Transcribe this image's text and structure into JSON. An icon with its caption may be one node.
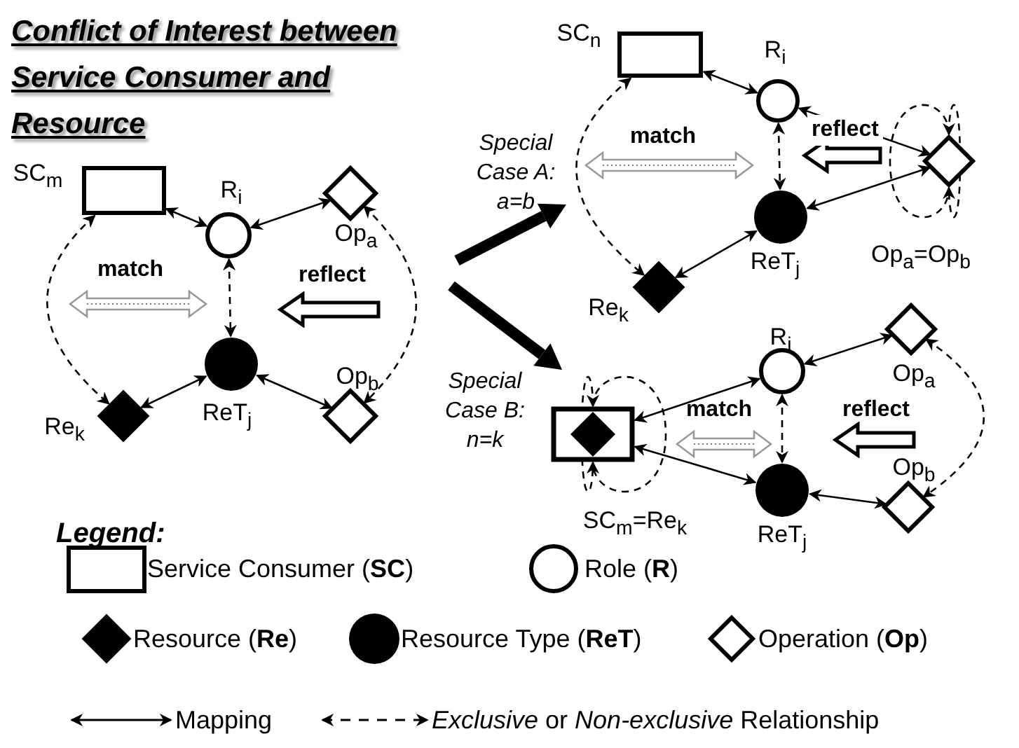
{
  "diagram": {
    "title": "Conflict of Interest between Service Consumer and Resource",
    "nodes": [
      {
        "text": [
          "SC$_{m}$"
        ]
      },
      {
        "text": [
          "R$_{i}$"
        ]
      },
      {
        "text": [
          "Op$_{a}$"
        ]
      },
      {
        "text": [
          "ReT$_{j}$"
        ]
      },
      {
        "text": [
          "Op$_{b}$"
        ]
      },
      {
        "text": [
          "Re$_{k}$"
        ]
      },
      {
        "text": [
          "SC$_{n}$"
        ]
      },
      {
        "text": [
          "R$_{i}$"
        ]
      },
      {
        "text": [
          "Op$_{a}$=Op$_{b}$"
        ]
      },
      {
        "text": [
          "ReT$_{j}$"
        ]
      },
      {
        "text": [
          "Re$_{k}$"
        ]
      },
      {
        "text": [
          "SC$_{m}$=Re$_{k}$"
        ]
      },
      {
        "text": [
          "R$_{i}$"
        ]
      },
      {
        "text": [
          "Op$_{a}$"
        ]
      },
      {
        "text": [
          "ReT$_{j}$"
        ]
      },
      {
        "text": [
          "Op$_{b}$"
        ]
      }
    ],
    "edges": [
      {
        "from": 0,
        "to": 1,
        "arrow": "both"
      },
      {
        "from": 2,
        "to": 1,
        "arrow": "both"
      },
      {
        "from": 1,
        "to": 3,
        "arrow": "both",
        "style": "dashed"
      },
      {
        "from": 3,
        "to": 5,
        "arrow": "both"
      },
      {
        "from": 3,
        "to": 4,
        "arrow": "both"
      },
      {
        "from": 0,
        "to": 5,
        "arrow": "both",
        "style": "dashed"
      },
      {
        "from": 2,
        "to": 4,
        "arrow": "both",
        "style": "dashed"
      },
      {
        "from": 6,
        "to": 7,
        "arrow": "both"
      },
      {
        "from": 8,
        "to": 7,
        "arrow": "both"
      },
      {
        "from": 7,
        "to": 9,
        "arrow": "both",
        "style": "dashed"
      },
      {
        "from": 8,
        "to": 9,
        "arrow": "both"
      },
      {
        "from": 9,
        "to": 10,
        "arrow": "both"
      },
      {
        "from": 6,
        "to": 10,
        "arrow": "both",
        "style": "dashed"
      },
      {
        "from": 8,
        "to": 8,
        "arrow": "both",
        "style": "dashed"
      },
      {
        "from": 11,
        "to": 12,
        "arrow": "both"
      },
      {
        "from": 11,
        "to": 14,
        "arrow": "both"
      },
      {
        "from": 12,
        "to": 14,
        "arrow": "both",
        "style": "dashed"
      },
      {
        "from": 13,
        "to": 12,
        "arrow": "both"
      },
      {
        "from": 14,
        "to": 15,
        "arrow": "both"
      },
      {
        "from": 13,
        "to": 15,
        "arrow": "both",
        "style": "dashed"
      },
      {
        "from": 11,
        "to": 11,
        "arrow": "both",
        "style": "dashed"
      }
    ],
    "labels": [
      "match",
      "reflect",
      "Special Case A: a=b",
      "Special Case B: n=k",
      "match",
      "reflect",
      "match",
      "reflect",
      "Legend:"
    ],
    "legend": [
      {
        "text": "Service Consumer (**SC**)"
      },
      {
        "text": "Role (**R**)"
      },
      {
        "text": "Resource (**Re**)"
      },
      {
        "text": "Resource Type (**ReT**)"
      },
      {
        "text": "Operation (**Op**)"
      },
      {
        "text": "Mapping"
      },
      {
        "text": "*Exclusive* or *Non-exclusive* Relationship"
      }
    ]
  }
}
